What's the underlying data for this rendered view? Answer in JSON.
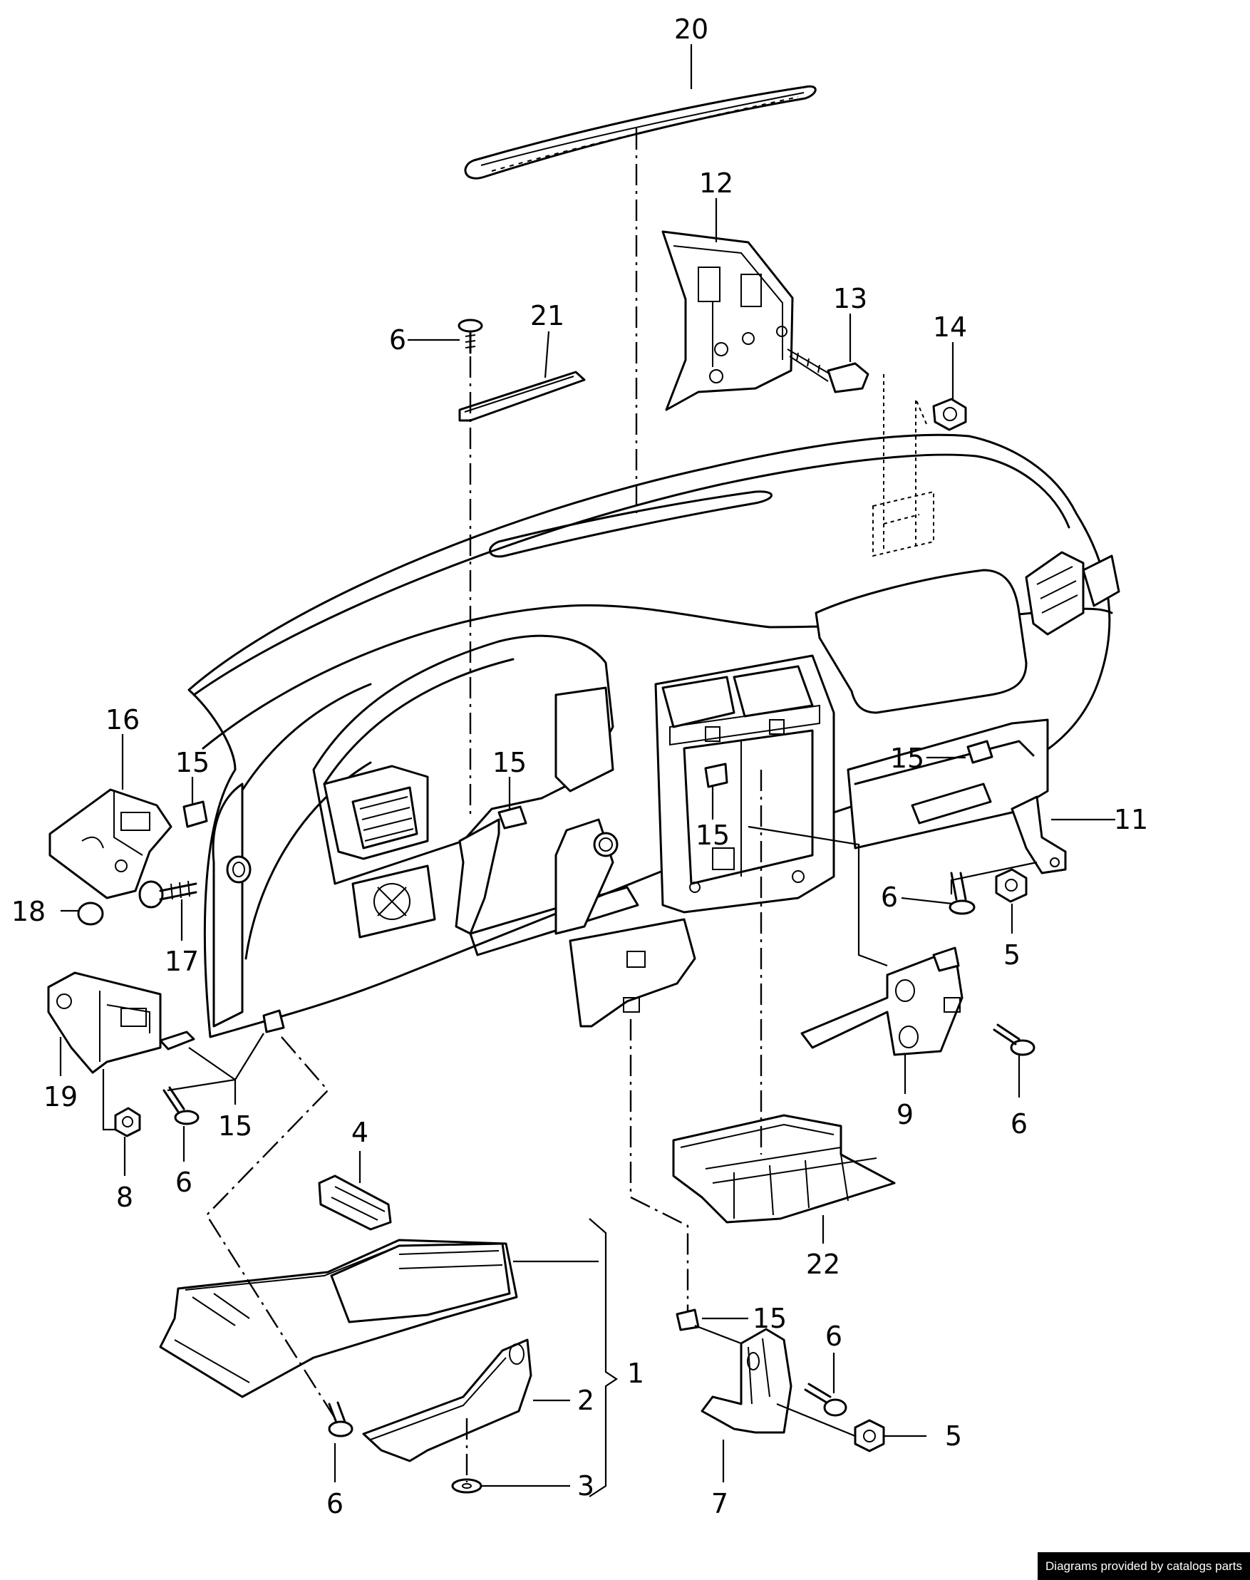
{
  "footer": {
    "credit": "Diagrams provided by catalogs parts"
  },
  "callouts": {
    "c1": "1",
    "c2": "2",
    "c3": "3",
    "c4": "4",
    "c5a": "5",
    "c5b": "5",
    "c6a": "6",
    "c6b": "6",
    "c6c": "6",
    "c6d": "6",
    "c6e": "6",
    "c6f": "6",
    "c7": "7",
    "c8": "8",
    "c9": "9",
    "c11": "11",
    "c12": "12",
    "c13": "13",
    "c14": "14",
    "c15a": "15",
    "c15b": "15",
    "c15c": "15",
    "c15d": "15",
    "c15e": "15",
    "c15f": "15",
    "c16": "16",
    "c17": "17",
    "c18": "18",
    "c19": "19",
    "c20": "20",
    "c21": "21",
    "c22": "22"
  }
}
